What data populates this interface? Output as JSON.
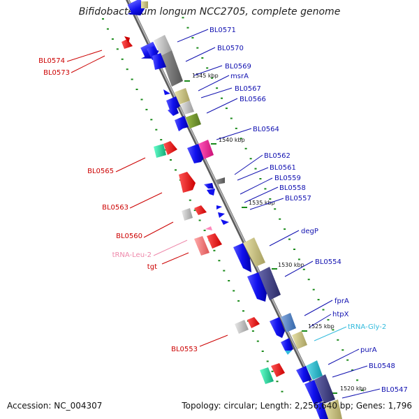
{
  "title": "Bifidobacterium longum NCC2705, complete genome",
  "footer": {
    "accession": "Accession: NC_004307",
    "summary": "Topology: circular; Length: 2,256,640 bp; Genes: 1,796"
  },
  "colors": {
    "backbone": "#8c8c8c",
    "tick_dots": "#1a8a1a",
    "plus_strand_label": "#1010b0",
    "minus_strand_label": "#cc0000",
    "trna_leu_label": "#ee88aa",
    "trna_gly_label": "#33bbdd"
  },
  "ticks": [
    "1545 kbp",
    "1540 kbp",
    "1535 kbp",
    "1530 kbp",
    "1525 kbp",
    "1520 kbp"
  ],
  "labels_right": [
    "BL0571",
    "BL0570",
    "BL0569",
    "msrA",
    "BL0567",
    "BL0566",
    "BL0564",
    "BL0562",
    "BL0561",
    "BL0559",
    "BL0558",
    "BL0557",
    "degP",
    "BL0554",
    "fprA",
    "htpX",
    "tRNA-Gly-2",
    "purA",
    "BL0548",
    "BL0547"
  ],
  "labels_left": [
    "BL0574",
    "BL0573",
    "BL0565",
    "BL0563",
    "BL0560",
    "tRNA-Leu-2",
    "tgt",
    "BL0553"
  ]
}
